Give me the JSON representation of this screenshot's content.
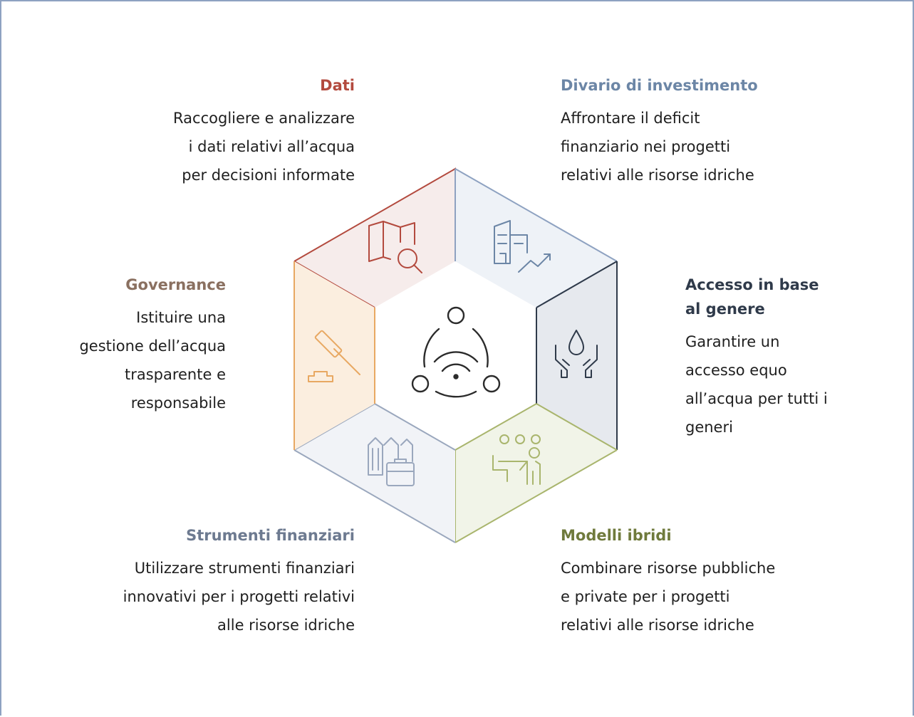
{
  "colors": {
    "dati": "#b34a3e",
    "divario": "#6c86a6",
    "accesso": "#2f3a4a",
    "modelli": "#6f7a3c",
    "strumenti": "#6d7a90",
    "governance": "#8a7060",
    "frame": "#8ea2c1"
  },
  "segments": [
    {
      "id": "dati",
      "title": "Dati",
      "desc": "Raccogliere e analizzare i dati relativi all’acqua per decisioni informate",
      "desc_lines": [
        "Raccogliere e analizzare",
        "i dati relativi all’acqua",
        "per decisioni informate"
      ],
      "icon": "map-search-icon"
    },
    {
      "id": "divario",
      "title": "Divario di investimento",
      "desc_lines": [
        "Affrontare il deficit",
        "finanziario nei progetti",
        "relativi alle risorse idriche"
      ],
      "icon": "buildings-growth-icon"
    },
    {
      "id": "accesso",
      "title_lines": [
        "Accesso in base",
        "al genere"
      ],
      "desc_lines": [
        "Garantire un",
        "accesso equo",
        "all’acqua per tutti i",
        "generi"
      ],
      "icon": "hands-water-drop-icon"
    },
    {
      "id": "modelli",
      "title": "Modelli ibridi",
      "desc_lines": [
        "Combinare risorse pubbliche",
        "e private per i progetti",
        "relativi alle risorse idriche"
      ],
      "icon": "presenter-icon"
    },
    {
      "id": "strumenti",
      "title": "Strumenti finanziari",
      "desc_lines": [
        "Utilizzare strumenti finanziari",
        "innovativi per i progetti relativi",
        "alle risorse idriche"
      ],
      "icon": "buildings-briefcase-icon"
    },
    {
      "id": "governance",
      "title": "Governance",
      "desc_lines": [
        "Istituire una",
        "gestione dell’acqua",
        "trasparente e",
        "responsabile"
      ],
      "icon": "gavel-icon"
    }
  ],
  "center_icon": "network-signal-icon"
}
